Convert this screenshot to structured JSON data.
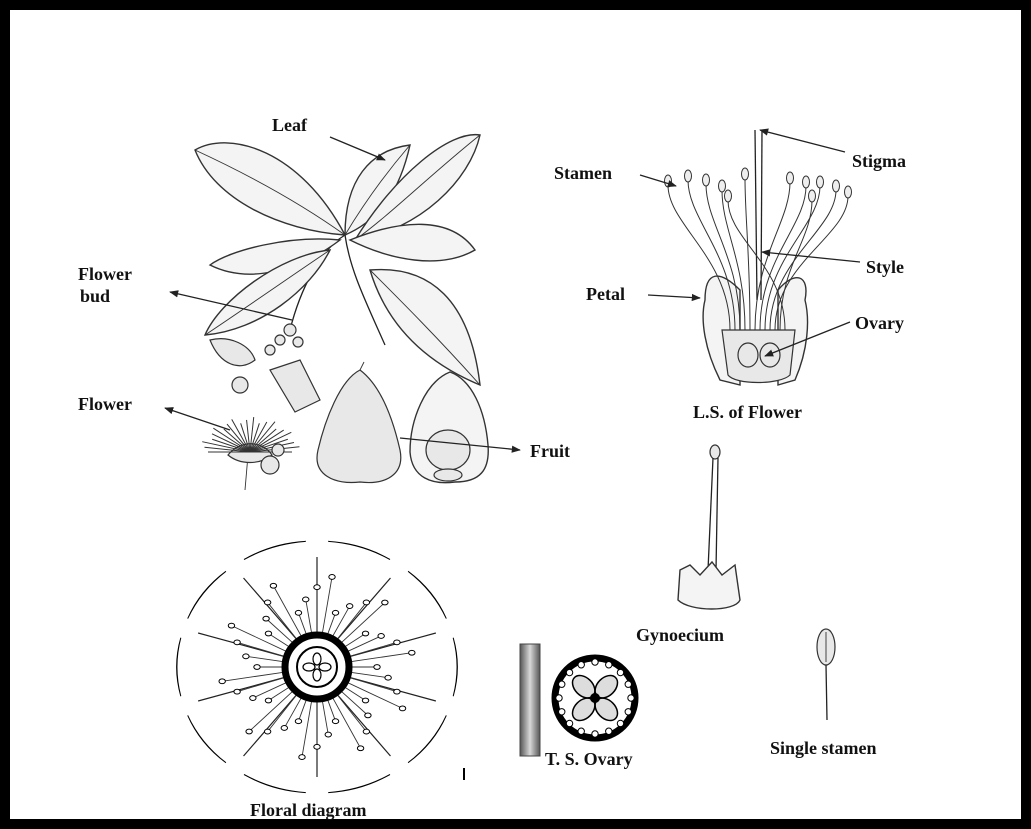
{
  "labels": {
    "leaf": "Leaf",
    "flower_bud_1": "Flower",
    "flower_bud_2": "bud",
    "flower": "Flower",
    "fruit": "Fruit",
    "stamen": "Stamen",
    "stigma": "Stigma",
    "style": "Style",
    "petal": "Petal",
    "ovary": "Ovary",
    "ls_flower": "L.S. of Flower",
    "gynoecium": "Gynoecium",
    "single_stamen": "Single stamen",
    "ts_ovary": "T. S. Ovary",
    "floral_diagram": "Floral diagram"
  }
}
